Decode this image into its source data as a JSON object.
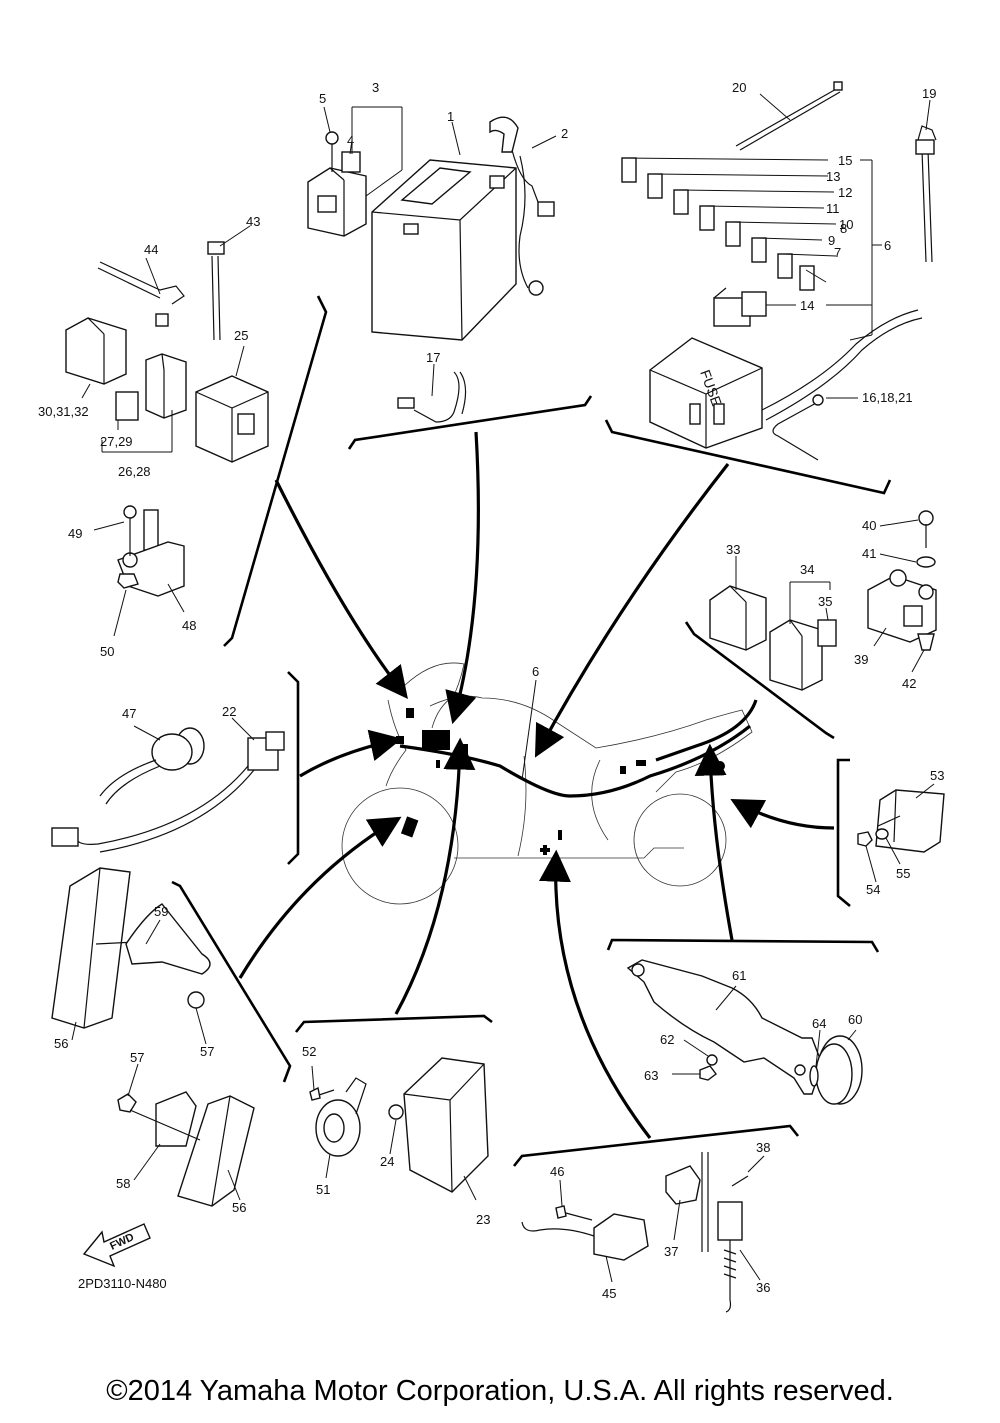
{
  "diagram_code": "2PD3110-N480",
  "fwd_label": "FWD",
  "fuse_label": "FUSE",
  "copyright": "©2014 Yamaha Motor Corporation, U.S.A. All rights reserved.",
  "part_labels": {
    "1": "1",
    "2": "2",
    "3": "3",
    "4": "4",
    "5": "5",
    "6": "6",
    "6b": "6",
    "7": "7",
    "8": "8",
    "9": "9",
    "10": "10",
    "11": "11",
    "12": "12",
    "13": "13",
    "14": "14",
    "15": "15",
    "16_18_21": "16,18,21",
    "17": "17",
    "19": "19",
    "20": "20",
    "22": "22",
    "23": "23",
    "24": "24",
    "25": "25",
    "26_28": "26,28",
    "27_29": "27,29",
    "30_31_32": "30,31,32",
    "33": "33",
    "34": "34",
    "35": "35",
    "36": "36",
    "37": "37",
    "38": "38",
    "39": "39",
    "40": "40",
    "41": "41",
    "42": "42",
    "43": "43",
    "44": "44",
    "45": "45",
    "46": "46",
    "47": "47",
    "48": "48",
    "49": "49",
    "50": "50",
    "51": "51",
    "52": "52",
    "53": "53",
    "54": "54",
    "55": "55",
    "56": "56",
    "56b": "56",
    "57": "57",
    "57b": "57",
    "58": "58",
    "59": "59",
    "60": "60",
    "61": "61",
    "62": "62",
    "63": "63",
    "64": "64"
  }
}
